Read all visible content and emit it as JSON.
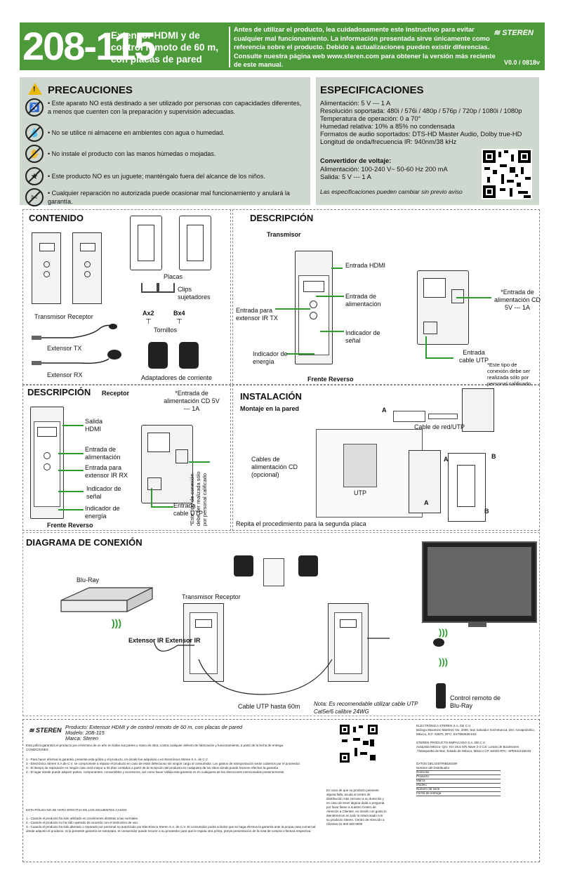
{
  "header": {
    "model": "208-115",
    "title": "Extensor HDMI y de control remoto de 60 m, con placas de pared",
    "notice": "Antes de utilizar el producto, lea cuidadosamente este instructivo para evitar cualquier mal funcionamiento. La información presentada sirve únicamente como referencia sobre el producto. Debido a actualizaciones pueden existir diferencias. Consulte nuestra página web www.steren.com para obtener la versión más reciente de este manual.",
    "brand": "STEREN",
    "version": "V0.0 / 0818v"
  },
  "precautions": {
    "title": "PRECAUCIONES",
    "items": [
      "• Este aparato NO está destinado a ser utilizado por personas con capacidades diferentes, a menos que cuenten con la preparación y supervisión adecuadas.",
      "• No se utilice ni almacene en ambientes con agua o humedad.",
      "• No instale el producto con las manos húmedas o mojadas.",
      "• Este producto NO es un juguete; manténgalo fuera del alcance de los niños.",
      "• Cualquier reparación no autorizada puede ocasionar mal funcionamiento y anulará la garantía."
    ]
  },
  "specs": {
    "title": "ESPECIFICACIONES",
    "lines": [
      "Alimentación: 5 V --- 1 A",
      "Resolución soportada: 480i / 576i / 480p / 576p / 720p / 1080i / 1080p",
      "Temperatura de operación: 0 a 70°",
      "Humedad relativa: 10% a 85% no condensada",
      "Formatos de audio soportados: DTS-HD Master Audio, Dolby true-HD",
      "Longitud de onda/frecuencia IR: 940nm/38 kHz"
    ],
    "conv_title": "Convertidor de voltaje:",
    "conv_lines": [
      "Alimentación: 100-240 V~  50-60 Hz  200 mA",
      "Salida: 5 V --- 1 A"
    ],
    "note": "Las especificaciones pueden cambiar sin previo aviso"
  },
  "contents": {
    "title": "CONTENIDO",
    "labels": {
      "tx_rx": "Transmisor Receptor",
      "plates": "Placas",
      "clips": "Clips sujetadores",
      "ax2": "Ax2",
      "bx4": "Bx4",
      "screws": "Tornillos",
      "ext_tx": "Extensor TX",
      "ext_rx": "Extensor RX",
      "adapters": "Adaptadores de corriente"
    }
  },
  "desc_tx": {
    "title": "DESCRIPCIÓN",
    "subtitle": "Transmisor",
    "labels": {
      "hdmi_in": "Entrada HDMI",
      "power_in": "Entrada de alimentación",
      "ir_in": "Entrada para extensor IR TX",
      "signal": "Indicador de señal",
      "energy": "Indicador de energía",
      "front_back": "Frente Reverso",
      "dc_in": "*Entrada de alimentación CD 5V --- 1A",
      "utp_in": "Entrada cable UTP",
      "note": "*Este tipo de conexión debe ser realizada sólo por personal calificado"
    }
  },
  "desc_rx": {
    "title": "DESCRIPCIÓN",
    "subtitle": "Receptor",
    "labels": {
      "hdmi_out": "Salida HDMI",
      "power_in": "Entrada de alimentación",
      "ir_in": "Entrada para extensor IR RX",
      "signal": "Indicador de señal",
      "energy": "Indicador de energía",
      "front_back": "Frente Reverso",
      "dc_in": "*Entrada de alimentación CD 5V --- 1A",
      "utp_in": "Entrada cable UTP",
      "note": "*Este tipo de conexión debe ser realizada sólo por personal calificado"
    }
  },
  "install": {
    "title": "INSTALACIÓN",
    "subtitle": "Montaje en la pared",
    "labels": {
      "a": "A",
      "b": "B",
      "net_cable": "Cable de red/UTP",
      "dc_cables": "Cables de alimentación CD (opcional)",
      "utp": "UTP",
      "repeat": "Repita el procedimiento para la segunda placa"
    }
  },
  "diagram": {
    "title": "DIAGRAMA DE CONEXIÓN",
    "labels": {
      "bluray": "Blu-Ray",
      "tx_rx": "Transmisor Receptor",
      "ir_ext": "Extensor IR Extensor IR",
      "utp": "Cable UTP hasta 60m",
      "note": "Nota: Es recomendable utilizar cable UTP Cat5e/6 calibre 24WG",
      "remote": "Control remoto de Blu-Ray"
    }
  },
  "warranty": {
    "brand": "STEREN",
    "product": "Producto: Extensor HDMI y de control remoto de 60 m, con placas de pared",
    "model": "Modelo: 208-115",
    "mark": "Marca: Steren",
    "p1": "Esta póliza garantiza el producto por el término de un año en todas sus partes y mano de obra, contra cualquier defecto de fabricación y funcionamiento, a partir de la fecha de entrega.",
    "conditions": "CONDICIONES",
    "c1": "1.- Para hacer efectiva la garantía, presente esta póliza y el producto, en donde fue adquirido o en Electrónica Steren S.A. de C.V.",
    "c2": "2.- Electrónica Steren S.A de C.V. se compromete a reparar el producto en caso de estar defectuoso sin ningún cargo al consumidor. Los gastos de transportación serán cubiertos por el proveedor.",
    "c3": "3.- El tiempo de reparación en ningún caso será mayor a 30 días contados a partir de la recepción del producto en cualquiera de los sitios donde pueda hacerse efectiva la garantía.",
    "c4": "4.- El lugar donde puede adquirir partes, componentes, consumibles y accesorios, así como hacer válida esta garantía es en cualquiera de las direcciones mencionadas posteriormente.",
    "void": "ESTA PÓLIZA NO SE HARÁ EFECTIVA EN LOS SIGUIENTES CASOS:",
    "v1": "1.- Cuando el producto ha sido utilizado en condiciones distintas a las normales.",
    "v2": "2.- Cuando el producto no ha sido operado de acuerdo con el instructivo de uso.",
    "v3": "3.- Cuando el producto ha sido alterado o reparado por personal no autorizado por Electrónica Steren S.A. de C.V. El consumidor podrá solicitar que se haga efectiva la garantía ante la propia casa comercial donde adquirió el producto. Si la presente garantía se extraviara, el consumidor puede recurrir a su proveedor para que le expida otra póliza, previa presentación de la nota de compra o factura respectiva.",
    "qr_note": "En caso de que su producto presente alguna falla, acuda al centro de distribución más cercano a su domicilio y en caso de tener alguna duda o pregunta por favor llame a nuestro Centro de Atención a Clientes, en donde con gusto lo atenderemos en todo lo relacionado con su producto Steren. Centro de Atención a Clientes 01 800 500 9000",
    "company1": "ELECTRÓNICA STEREN S.A. DE C.V.",
    "addr1": "Biólogo Maximino Martínez No. 3408, San Salvador Xochimanca, Del. Azcapotzalco, México, D.F. 02870, RFC: EST850628-K51",
    "company2": "STEREN PRODUCTO EMPACADO S.A. DE C.V.",
    "addr2": "Autopista México- Qro. Km 26.5 S/N Nave 3-4 Col. Lomas de Boulevares ,Tlalnepantla de Baz, Estado de México, México CP. 54020 RFC: SPE941215H43",
    "dist_title": "DATOS DEL DISTRIBUIDOR",
    "fields": [
      "Nombre del Distribuidor",
      "Domicilio",
      "Producto",
      "Marca",
      "Modelo",
      "Número de serie",
      "Fecha de entrega"
    ]
  },
  "colors": {
    "green": "#4c9a3a",
    "panel": "#cfd8cf",
    "callout": "#2c9a2c"
  }
}
